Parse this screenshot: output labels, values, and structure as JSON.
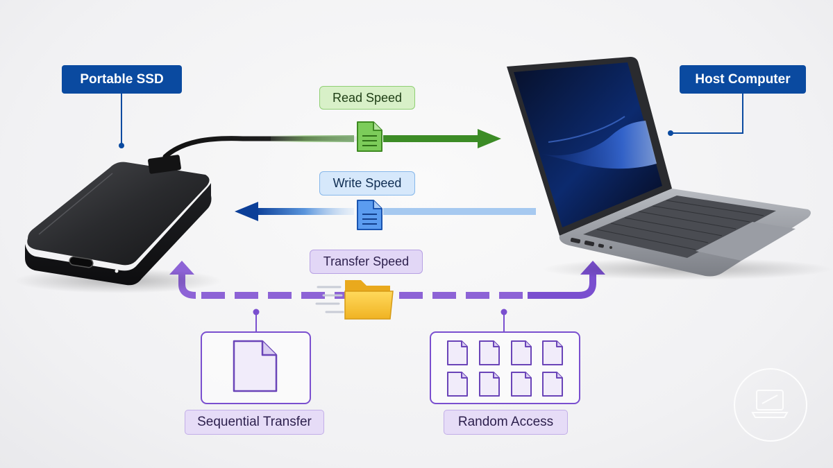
{
  "labels": {
    "portable_ssd": "Portable SSD",
    "host_computer": "Host Computer",
    "read_speed": "Read Speed",
    "write_speed": "Write Speed",
    "transfer_speed": "Transfer Speed",
    "sequential_transfer": "Sequential Transfer",
    "random_access": "Random Access"
  },
  "colors": {
    "brand_blue": "#0a4aa0",
    "read_green": "#3c8c26",
    "write_blue": "#1450a8",
    "transfer_purple": "#7a4fcf",
    "folder_yellow": "#f6c63a"
  },
  "icons": {
    "read_file": "document-icon",
    "write_file": "document-icon",
    "transfer": "folder-icon",
    "sequential": "file-icon",
    "random": "file-grid-icon",
    "watermark": "laptop-logo-icon"
  }
}
